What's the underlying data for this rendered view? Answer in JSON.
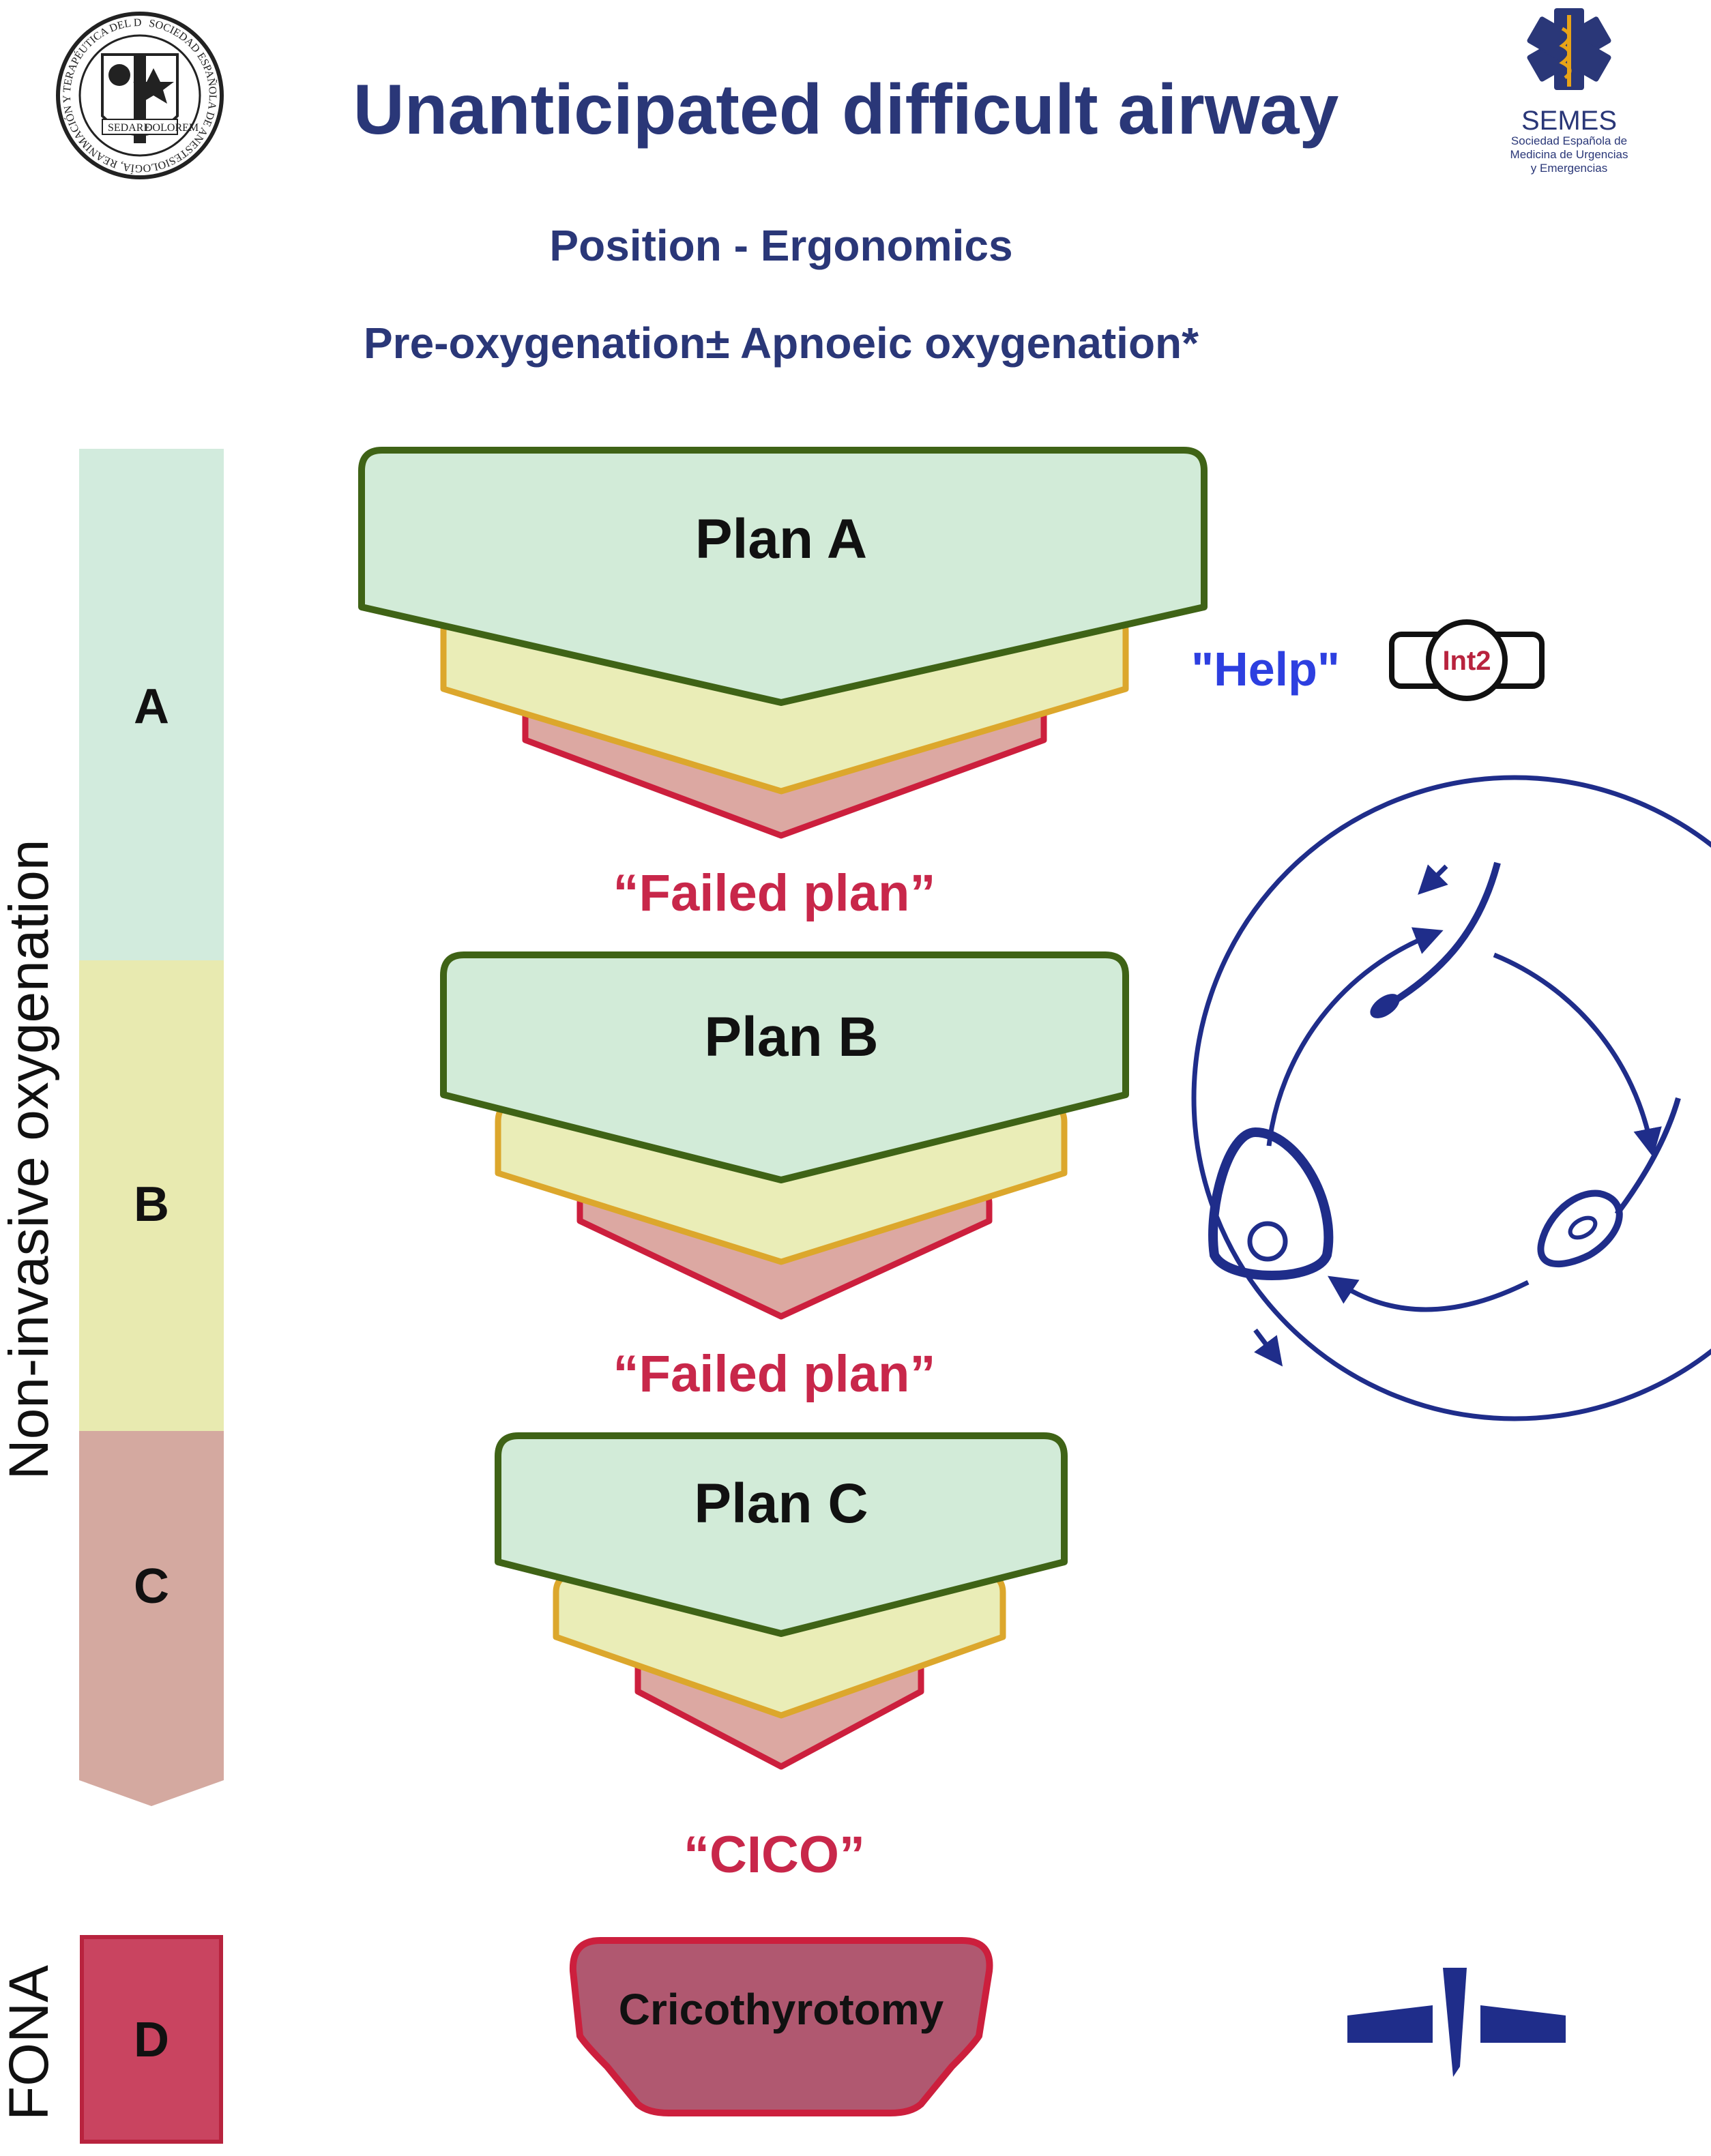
{
  "header": {
    "title": "Unanticipated difficult airway",
    "line1": "Position - Ergonomics",
    "line2": "Pre-oxygenation± Apnoeic oxygenation*"
  },
  "left_logo": {
    "ring_text": "SOCIEDAD ESPAÑOLA DE ANESTESIOLOGÍA, REANIMACIÓN Y TERAPÉUTICA DEL DOLOR",
    "band_left": "SEDARE",
    "band_right": "DOLOREM"
  },
  "right_logo": {
    "name": "SEMES",
    "sub1": "Sociedad Española de",
    "sub2": "Medicina de Urgencias",
    "sub3": "y Emergencias",
    "icon": "star-of-life-icon"
  },
  "side_bar": {
    "label_top": "Non-invasive oxygenation",
    "label_bottom": "FONA",
    "segments": [
      {
        "letter": "A",
        "color": "#d2ebdd"
      },
      {
        "letter": "B",
        "color": "#e8eab0"
      },
      {
        "letter": "C",
        "color": "#d4a9a0"
      },
      {
        "letter": "D",
        "color": "#c94460"
      }
    ]
  },
  "plans": [
    {
      "label": "Plan A"
    },
    {
      "label": "Plan B"
    },
    {
      "label": "Plan C"
    }
  ],
  "between": {
    "failed1": "“Failed plan”",
    "failed2": "“Failed plan”",
    "cico": "“CICO”"
  },
  "help": {
    "label": "\"Help\"",
    "badge": "Int2"
  },
  "final": {
    "label": "Cricothyrotomy"
  },
  "colors": {
    "navy": "#2a3778",
    "plan_fill": "#d2ebd8",
    "plan_stroke": "#3f6316",
    "mid_fill": "#eaedb7",
    "mid_stroke": "#dca72c",
    "low_fill": "#dca8a2",
    "low_stroke": "#cc1f3d",
    "failed_red": "#c8274a",
    "help_blue": "#2d3fe0",
    "crico_fill": "#b05870",
    "crico_stroke": "#cc1f3d",
    "cycle_blue": "#1f2d8a"
  },
  "icons": [
    "cycle-icon",
    "scalpel-icon",
    "watch-icon"
  ]
}
